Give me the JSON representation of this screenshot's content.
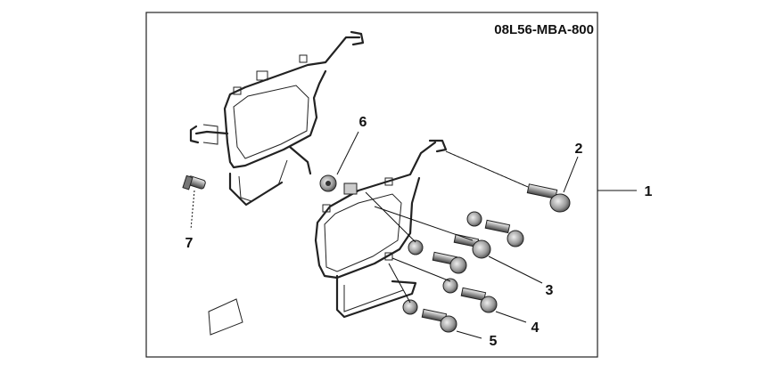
{
  "diagram": {
    "part_number": "08L56-MBA-800",
    "callouts": [
      {
        "id": "1",
        "text": "1"
      },
      {
        "id": "2",
        "text": "2"
      },
      {
        "id": "3",
        "text": "3"
      },
      {
        "id": "4",
        "text": "4"
      },
      {
        "id": "5",
        "text": "5"
      },
      {
        "id": "6",
        "text": "6"
      },
      {
        "id": "7",
        "text": "7"
      }
    ]
  }
}
